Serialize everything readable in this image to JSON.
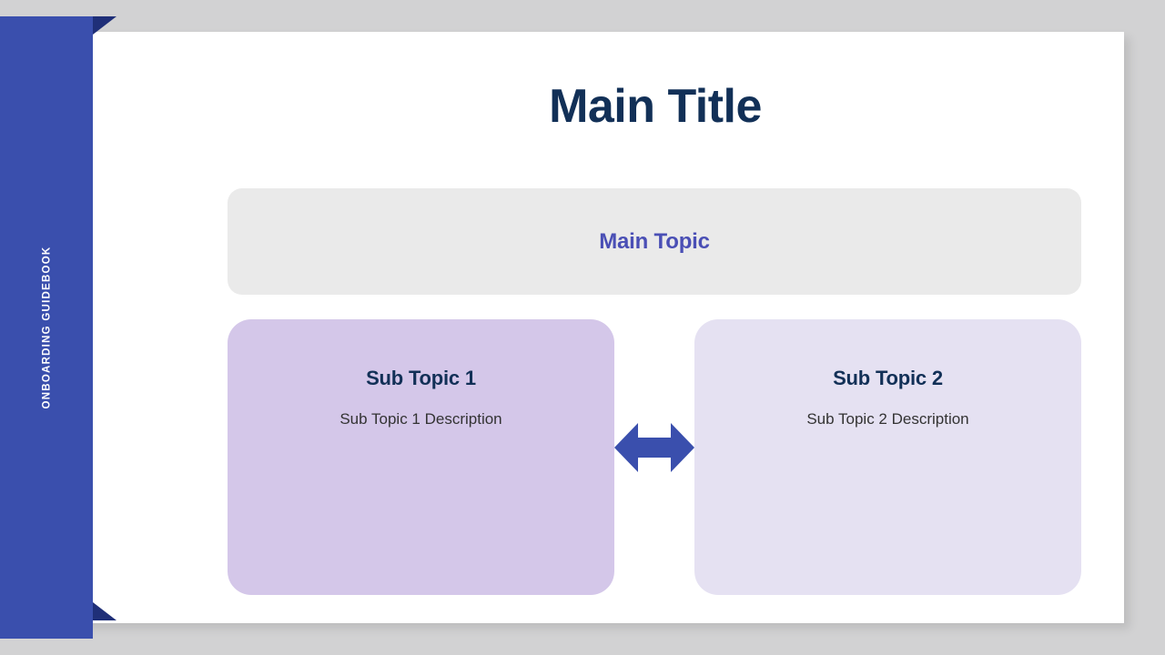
{
  "slide": {
    "background_color": "#d2d2d3",
    "canvas_color": "#ffffff"
  },
  "ribbon": {
    "label": "ONBOARDING GUIDEBOOK",
    "color": "#3a4fad",
    "fold_color": "#1f2f78",
    "text_color": "#ffffff"
  },
  "header": {
    "title": "Main Title",
    "title_color": "#123057"
  },
  "main_topic": {
    "label": "Main Topic",
    "background_color": "#eaeaea",
    "text_color": "#4a4fb5"
  },
  "sub_topics": [
    {
      "title": "Sub Topic 1",
      "description": "Sub Topic 1 Description",
      "background_color": "#d4c7e9",
      "title_color": "#123057",
      "description_color": "#333333"
    },
    {
      "title": "Sub Topic 2",
      "description": "Sub Topic 2 Description",
      "background_color": "#e5e1f2",
      "title_color": "#123057",
      "description_color": "#333333"
    }
  ],
  "connector": {
    "icon": "double-arrow-horizontal-icon",
    "color": "#3a4fad"
  }
}
